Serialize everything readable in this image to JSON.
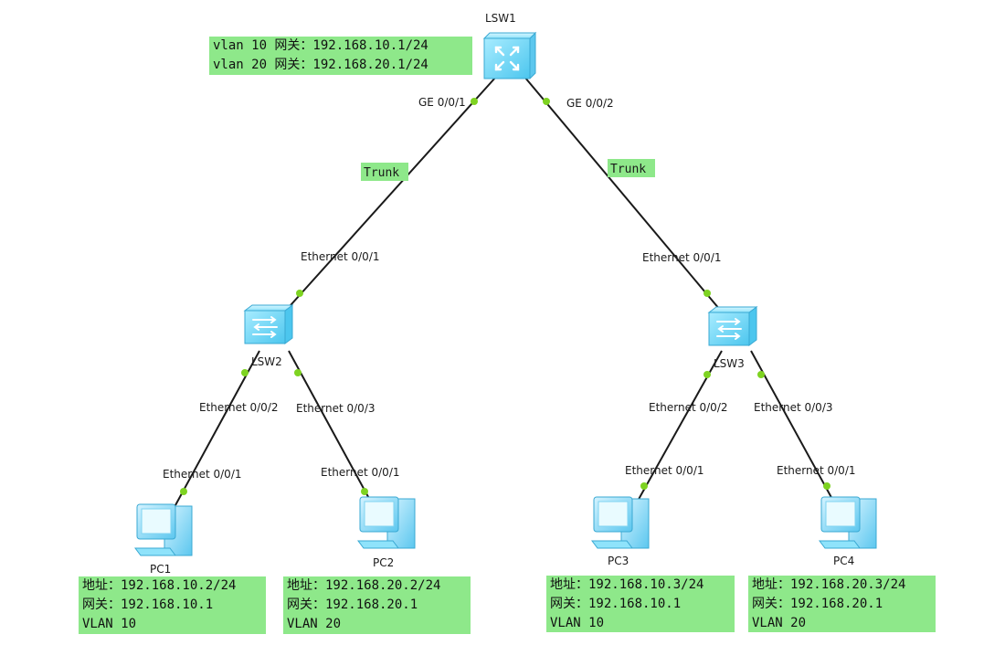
{
  "devices": {
    "lsw1": {
      "name": "LSW1"
    },
    "lsw2": {
      "name": "LSW2"
    },
    "lsw3": {
      "name": "LSW3"
    },
    "pc1": {
      "name": "PC1"
    },
    "pc2": {
      "name": "PC2"
    },
    "pc3": {
      "name": "PC3"
    },
    "pc4": {
      "name": "PC4"
    }
  },
  "ports": {
    "lsw1_g1": "GE 0/0/1",
    "lsw1_g2": "GE 0/0/2",
    "lsw2_up": "Ethernet 0/0/1",
    "lsw3_up": "Ethernet 0/0/1",
    "lsw2_p2": "Ethernet 0/0/2",
    "lsw2_p3": "Ethernet 0/0/3",
    "lsw3_p2": "Ethernet 0/0/2",
    "lsw3_p3": "Ethernet 0/0/3",
    "pc1_p": "Ethernet 0/0/1",
    "pc2_p": "Ethernet 0/0/1",
    "pc3_p": "Ethernet 0/0/1",
    "pc4_p": "Ethernet 0/0/1"
  },
  "links": {
    "left_trunk": "Trunk",
    "right_trunk": "Trunk"
  },
  "notes": {
    "lsw1": [
      "vlan 10 网关：192.168.10.1/24",
      "vlan 20 网关：192.168.20.1/24"
    ],
    "pc1": [
      "地址：192.168.10.2/24",
      "网关：192.168.10.1",
      "VLAN 10"
    ],
    "pc2": [
      "地址：192.168.20.2/24",
      "网关：192.168.20.1",
      "VLAN 20"
    ],
    "pc3": [
      "地址：192.168.10.3/24",
      "网关：192.168.10.1",
      "VLAN 10"
    ],
    "pc4": [
      "地址：192.168.20.3/24",
      "网关：192.168.20.1",
      "VLAN 20"
    ]
  },
  "colors": {
    "note_bg": "#8ee88a",
    "port_dot": "#7ed321",
    "link": "#1a1a1a",
    "switch_body": "#8fe3fb"
  }
}
